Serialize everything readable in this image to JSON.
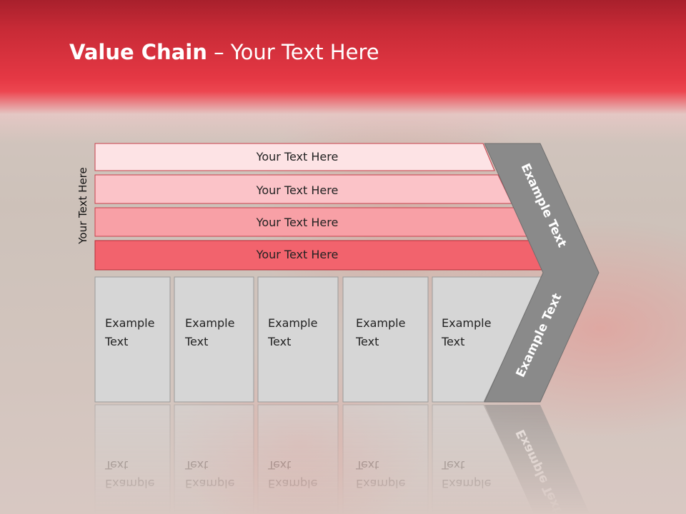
{
  "title": {
    "bold": "Value Chain",
    "rest": " – Your Text Here"
  },
  "side_label": "Your Text Here",
  "support_rows": [
    "Your Text Here",
    "Your Text Here",
    "Your Text Here",
    "Your Text Here"
  ],
  "primary_boxes": [
    {
      "line1": "Example",
      "line2": "Text"
    },
    {
      "line1": "Example",
      "line2": "Text"
    },
    {
      "line1": "Example",
      "line2": "Text"
    },
    {
      "line1": "Example",
      "line2": "Text"
    },
    {
      "line1": "Example",
      "line2": "Text"
    }
  ],
  "arrow_top": "Example Text",
  "arrow_bottom": "Example Text",
  "colors": {
    "header": "#e53844",
    "row1": "#fde3e5",
    "row2": "#fbc3c8",
    "row3": "#f8a0a6",
    "row4": "#f2636d",
    "box": "#d6d6d6",
    "arrow": "#8a8a8a"
  }
}
